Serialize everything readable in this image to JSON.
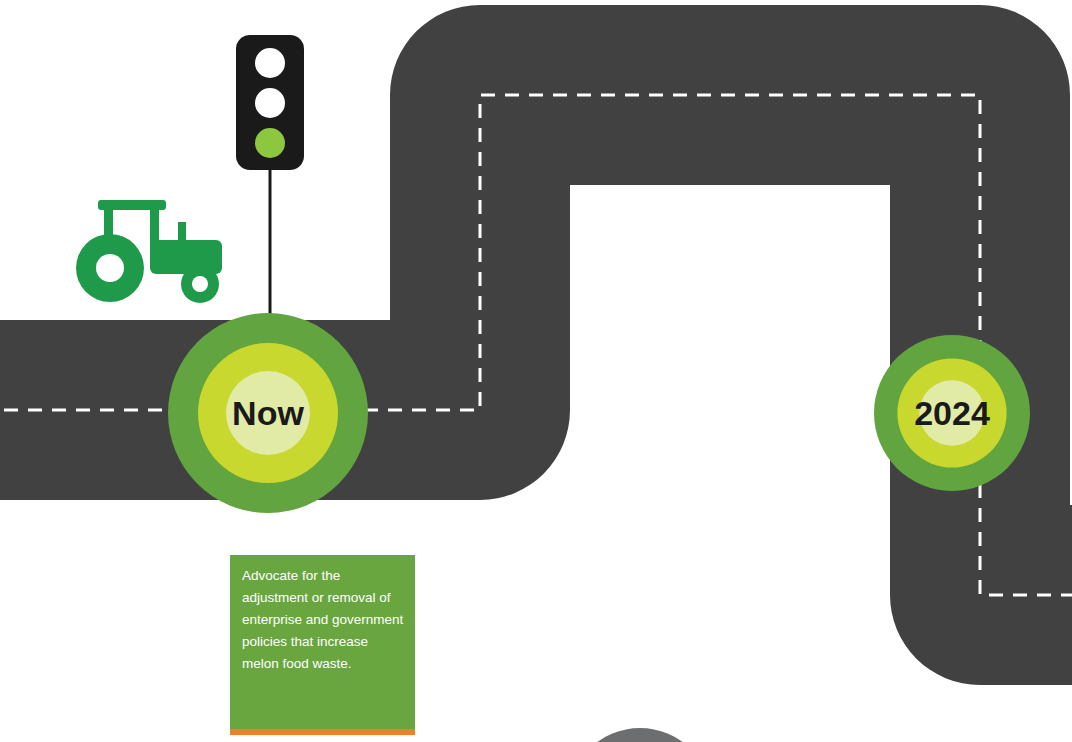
{
  "diagram": {
    "nodes": [
      {
        "text": [
          "Now"
        ]
      },
      {
        "text": [
          "Advocate for the adjustment or removal of enterprise and government policies that increase melon food waste."
        ]
      },
      {
        "text": [
          "2024"
        ]
      }
    ]
  }
}
